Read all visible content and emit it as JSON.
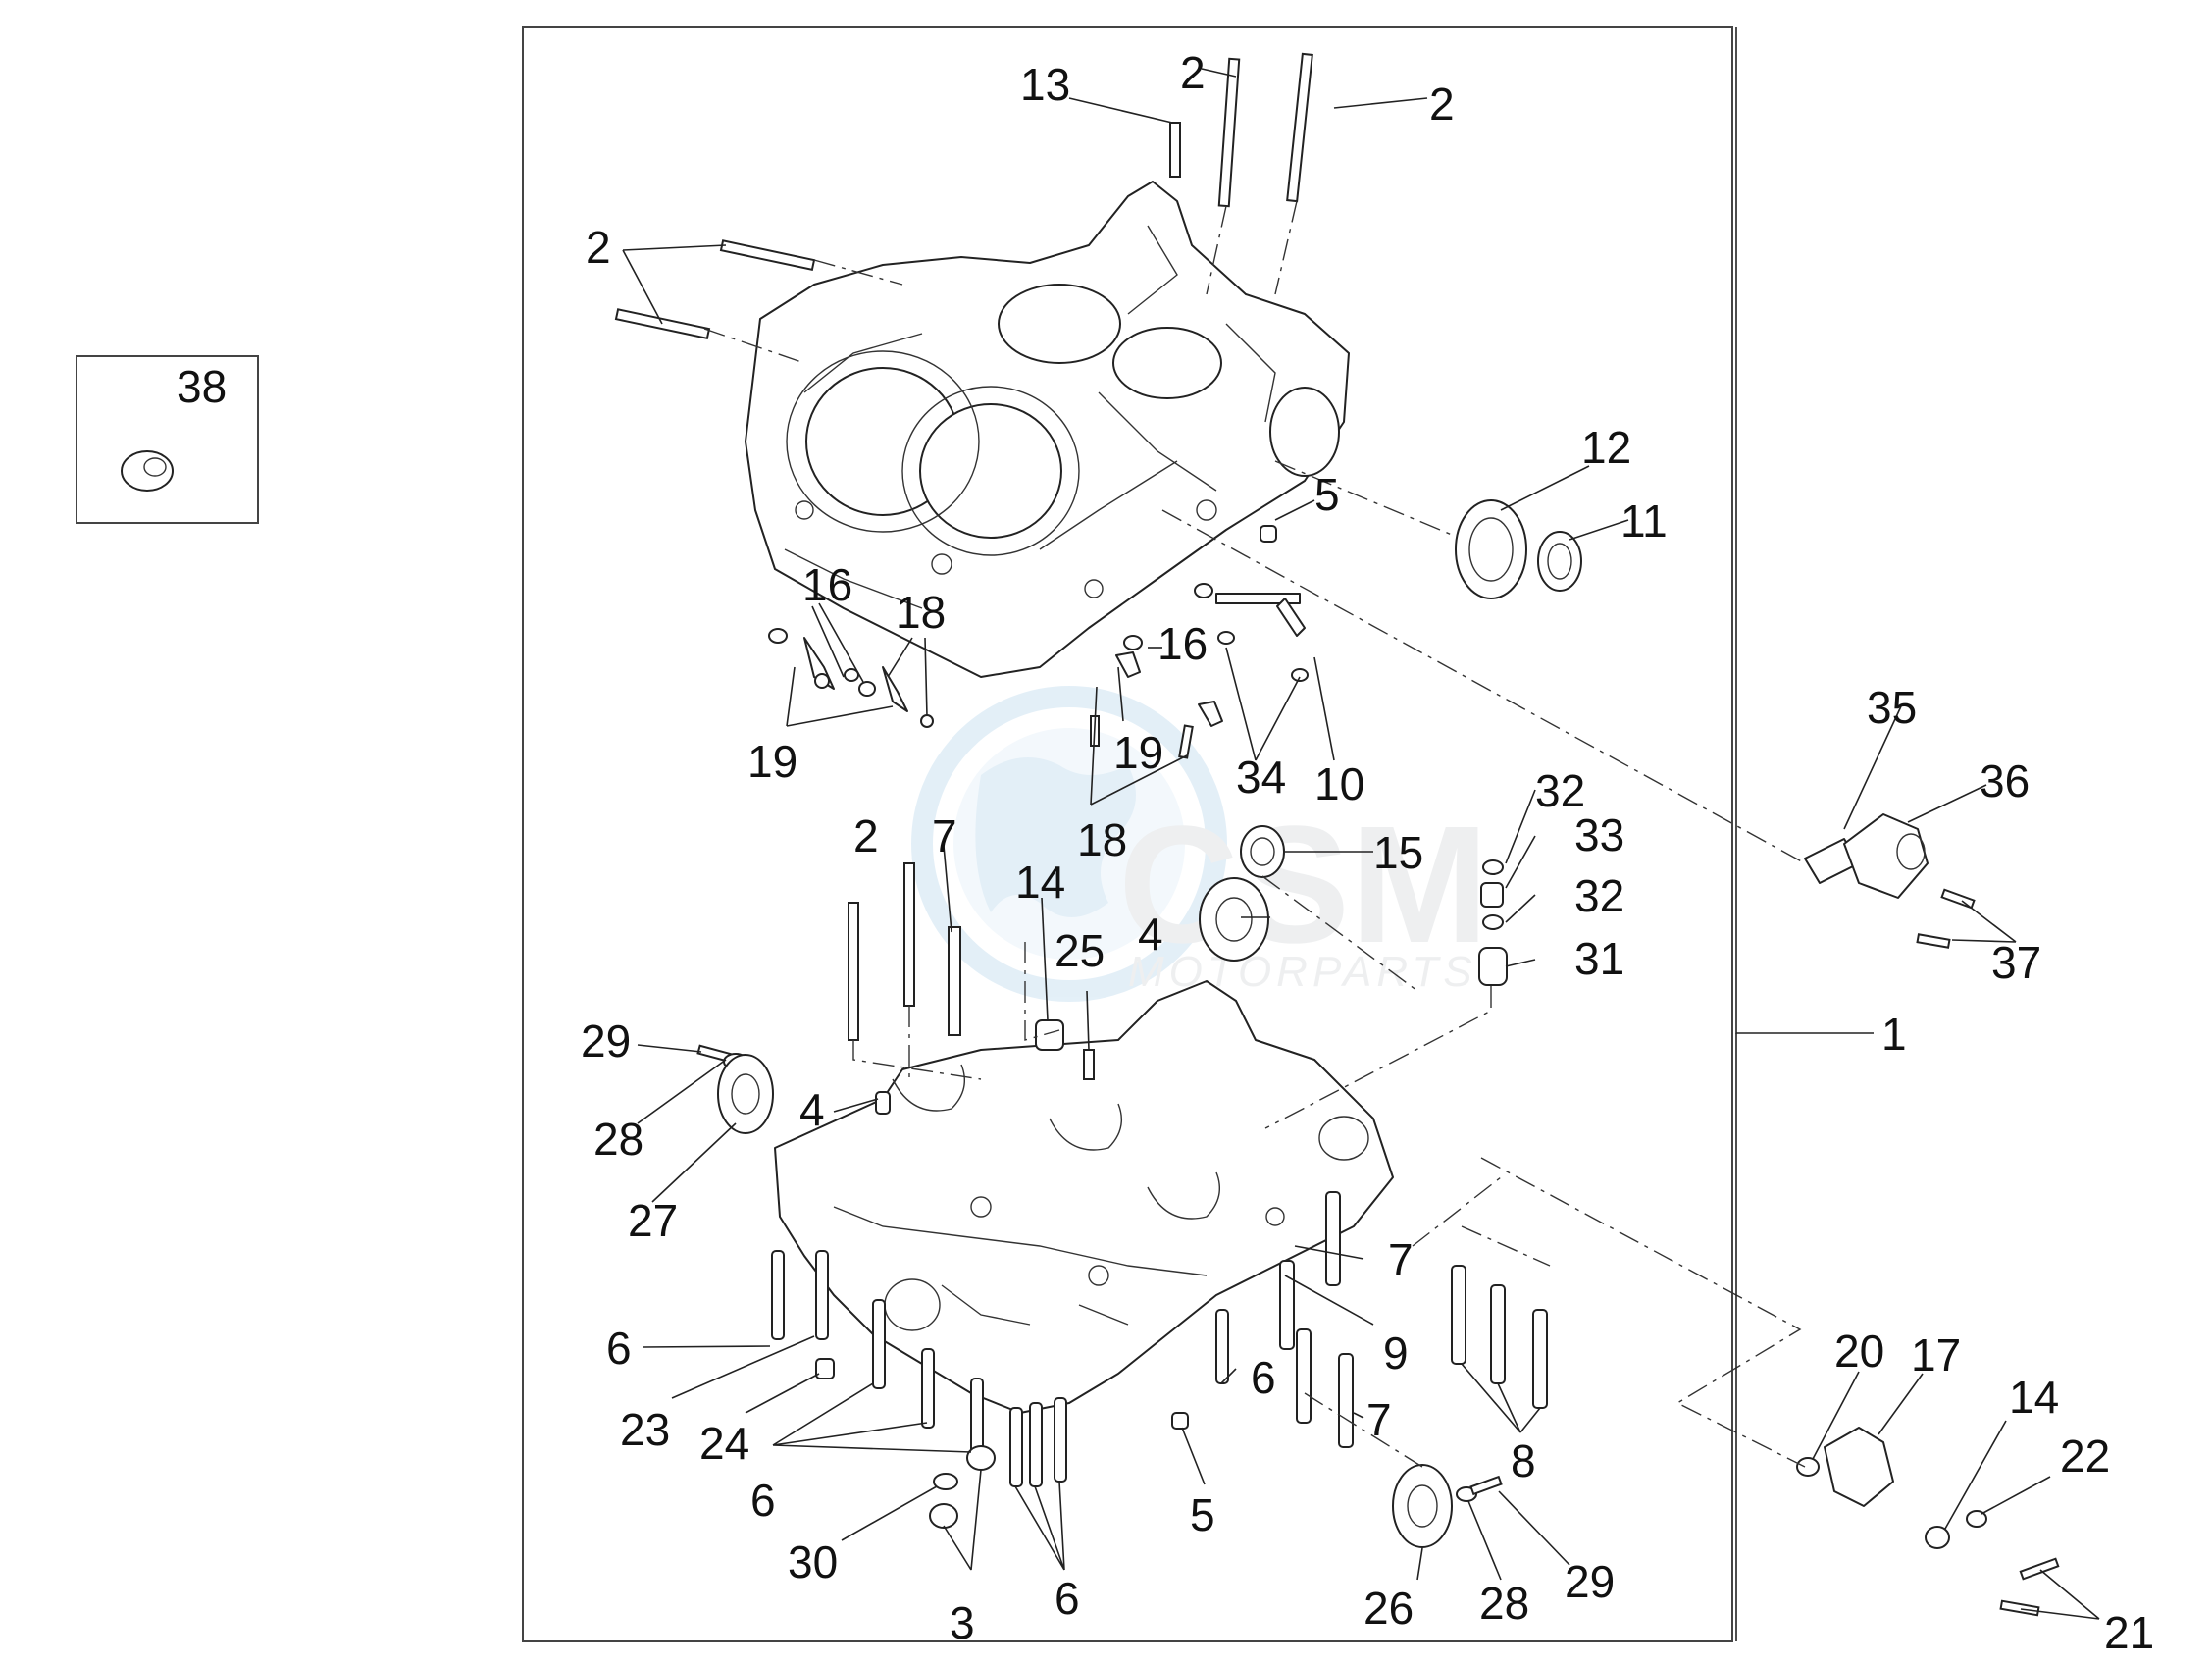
{
  "watermark": {
    "brand": "CSM",
    "tagline": "MOTORPARTS",
    "colors": {
      "globe": "#9ec8e6",
      "letters": "#c4c8cc"
    }
  },
  "inset": {
    "label": "38"
  },
  "labels": {
    "l13": "13",
    "l2a": "2",
    "l2b": "2",
    "l2c": "2",
    "l2d": "2",
    "l12": "12",
    "l11": "11",
    "l5a": "5",
    "l16a": "16",
    "l18a": "18",
    "l19a": "19",
    "l16b": "16",
    "l19b": "19",
    "l34": "34",
    "l10": "10",
    "l18b": "18",
    "l35": "35",
    "l36": "36",
    "l37": "37",
    "l32a": "32",
    "l33": "33",
    "l32b": "32",
    "l31": "31",
    "l15": "15",
    "l4a": "4",
    "l7a": "7",
    "l14a": "14",
    "l25": "25",
    "l1": "1",
    "l29a": "29",
    "l28a": "28",
    "l27": "27",
    "l4b": "4",
    "l6a": "6",
    "l23": "23",
    "l24": "24",
    "l6b": "6",
    "l30": "30",
    "l3": "3",
    "l6c": "6",
    "l5b": "5",
    "l7b": "7",
    "l9": "9",
    "l6d": "6",
    "l7c": "7",
    "l8": "8",
    "l26": "26",
    "l28b": "28",
    "l29b": "29",
    "l20": "20",
    "l17": "17",
    "l14b": "14",
    "l22": "22",
    "l21": "21"
  }
}
